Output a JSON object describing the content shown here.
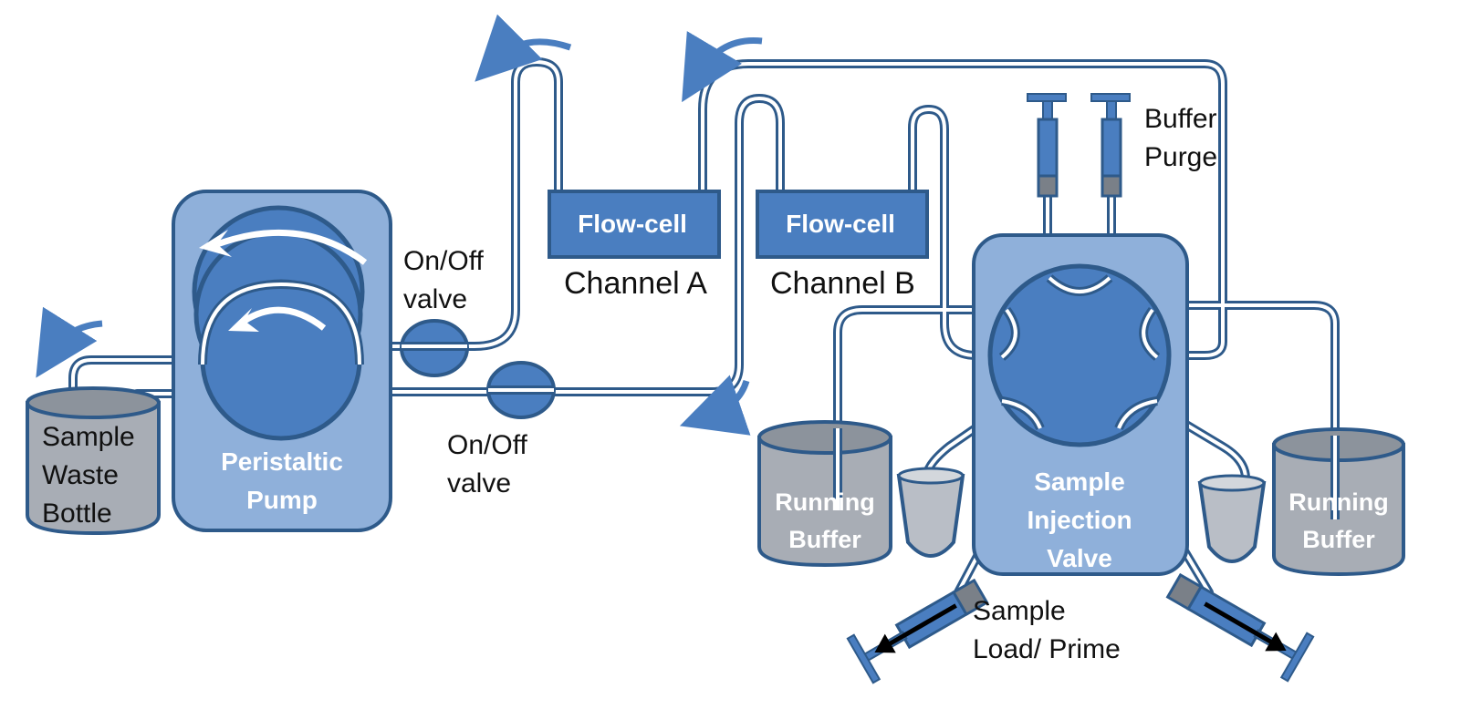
{
  "colors": {
    "primary_blue": "#4a7ec0",
    "dark_outline": "#2e5a8a",
    "light_blue_panel": "#8fb0da",
    "bottle_gray": "#a8adb5",
    "bottle_dark": "#6f7680",
    "tube_fill": "#ffffff",
    "arrow_white": "#ffffff"
  },
  "components": {
    "waste_bottle": {
      "label_line1": "Sample",
      "label_line2": "Waste",
      "label_line3": "Bottle"
    },
    "pump": {
      "label_line1": "Peristaltic",
      "label_line2": "Pump"
    },
    "valve_upper": {
      "label_line1": "On/Off",
      "label_line2": "valve"
    },
    "valve_lower": {
      "label_line1": "On/Off",
      "label_line2": "valve"
    },
    "flowcell_a": {
      "box_label": "Flow-cell",
      "caption": "Channel A"
    },
    "flowcell_b": {
      "box_label": "Flow-cell",
      "caption": "Channel B"
    },
    "buffer_purge": {
      "label_line1": "Buffer",
      "label_line2": "Purge"
    },
    "injection_valve": {
      "label_line1": "Sample",
      "label_line2": "Injection",
      "label_line3": "Valve"
    },
    "running_buffer_left": {
      "label_line1": "Running",
      "label_line2": "Buffer"
    },
    "running_buffer_right": {
      "label_line1": "Running",
      "label_line2": "Buffer"
    },
    "sample_load": {
      "label_line1": "Sample",
      "label_line2": "Load/ Prime"
    }
  },
  "icons": [
    "flow-direction-arrow-icon",
    "syringe-icon",
    "rotation-arrow-icon"
  ]
}
